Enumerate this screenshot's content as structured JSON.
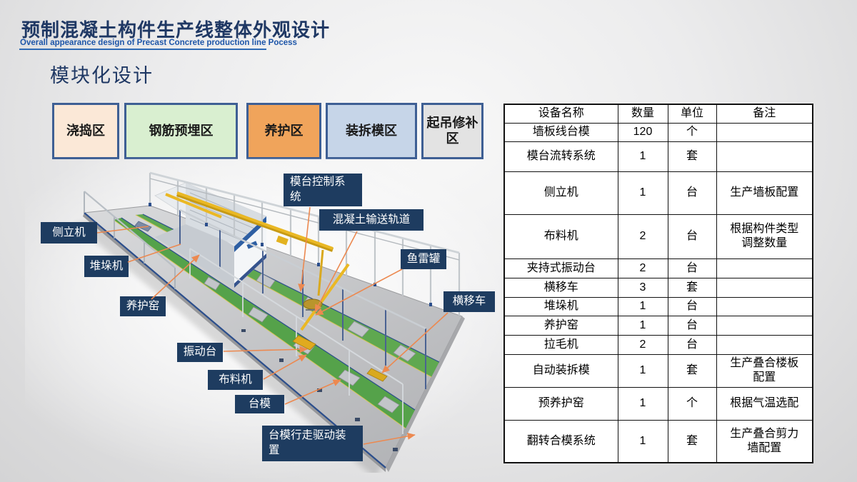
{
  "slide": {
    "title": "预制混凝土构件生产线整体外观设计",
    "subtitle_en": "Overall appearance design of Precast Concrete production line Pocess",
    "section_heading": "模块化设计"
  },
  "colors": {
    "title_navy": "#1F3864",
    "subtitle_blue": "#1D55A8",
    "underline_blue": "#2E6AB5",
    "zone_border": "#3E5F94",
    "callout_bg": "#1E3C60",
    "leader_orange": "#EC8950"
  },
  "zones": {
    "items": [
      {
        "label": "浇捣区",
        "color": "#FBE8D7"
      },
      {
        "label": "钢筋预埋区",
        "color": "#D9EFD0"
      },
      {
        "label": "养护区",
        "color": "#F0A45B"
      },
      {
        "label": "装拆模区",
        "color": "#C6D5E8"
      },
      {
        "label": "起吊修补\n区",
        "color": "#E3E3E3"
      }
    ]
  },
  "callouts": {
    "items": [
      {
        "label": "侧立机"
      },
      {
        "label": "堆垛机"
      },
      {
        "label": "养护窑"
      },
      {
        "label": "振动台"
      },
      {
        "label": "布料机"
      },
      {
        "label": "台模"
      },
      {
        "label": "台模行走驱动装\n置"
      },
      {
        "label": "模台控制系\n统"
      },
      {
        "label": "混凝土输送轨道"
      },
      {
        "label": "鱼雷罐"
      },
      {
        "label": "横移车"
      }
    ]
  },
  "table": {
    "headers": [
      "设备名称",
      "数量",
      "单位",
      "备注"
    ],
    "rows": [
      [
        "墙板线台模",
        "120",
        "个",
        ""
      ],
      [
        "模台流转系统",
        "1",
        "套",
        ""
      ],
      [
        "侧立机",
        "1",
        "台",
        "生产墙板配置"
      ],
      [
        "布料机",
        "2",
        "台",
        "根据构件类型\n调整数量"
      ],
      [
        "夹持式振动台",
        "2",
        "台",
        ""
      ],
      [
        "横移车",
        "3",
        "套",
        ""
      ],
      [
        "堆垛机",
        "1",
        "台",
        ""
      ],
      [
        "养护窑",
        "1",
        "台",
        ""
      ],
      [
        "拉毛机",
        "2",
        "台",
        ""
      ],
      [
        "自动装拆模",
        "1",
        "套",
        "生产叠合楼板\n配置"
      ],
      [
        "预养护窑",
        "1",
        "个",
        "根据气温选配"
      ],
      [
        "翻转合模系统",
        "1",
        "套",
        "生产叠合剪力\n墙配置"
      ]
    ]
  }
}
